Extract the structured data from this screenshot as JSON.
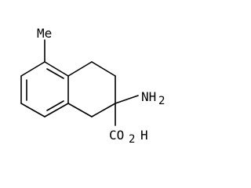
{
  "molecule": {
    "labels": {
      "methyl": "Me",
      "amino_main": "NH",
      "amino_sub": "2",
      "carboxyl_main": "CO",
      "carboxyl_sub": "2",
      "carboxyl_h": "H"
    }
  }
}
